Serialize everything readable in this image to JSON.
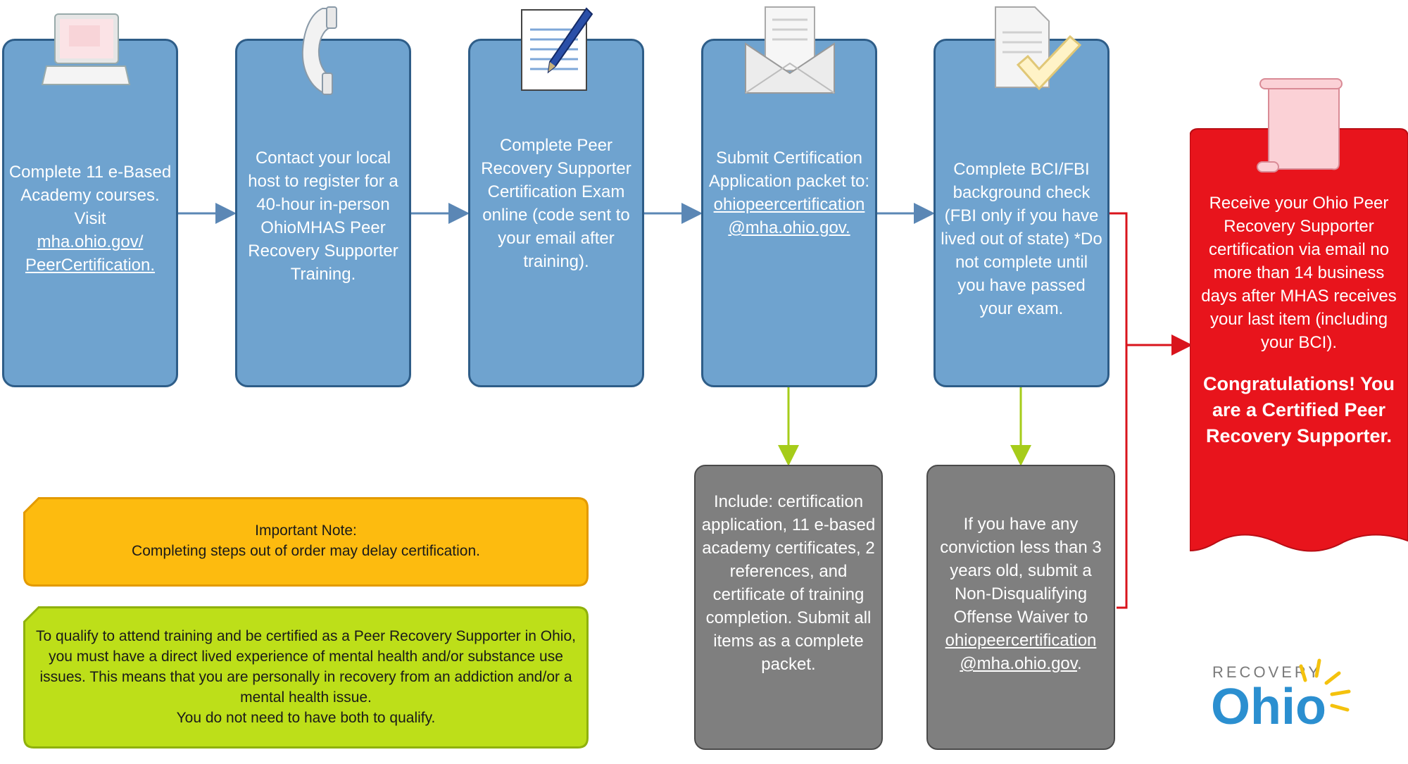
{
  "steps": [
    {
      "text": "Complete 11 e-Based Academy courses. Visit",
      "link": "mha.ohio.gov/ PeerCertification.",
      "icon": "laptop-icon"
    },
    {
      "text": "Contact your local host to register for a 40-hour in-person OhioMHAS Peer Recovery Supporter Training.",
      "icon": "phone-icon"
    },
    {
      "text": "Complete Peer Recovery Supporter Certification Exam online (code sent to your email after training).",
      "icon": "document-pen-icon"
    },
    {
      "text_before": "Submit Certification Application packet to:",
      "link": "ohiopeercertification @mha.ohio.gov.",
      "icon": "envelope-icon"
    },
    {
      "text": "Complete BCI/FBI background check (FBI only if you have lived out of state) *Do not complete until you have passed your exam.",
      "icon": "document-check-icon"
    }
  ],
  "details": [
    {
      "text": "Include: certification application, 11 e-based academy certificates, 2 references, and certificate of training completion. Submit all items as a complete packet."
    },
    {
      "text": "If you have any conviction less than 3 years old, submit a Non-Disqualifying Offense Waiver to",
      "link": "ohiopeercertification @mha.ohio.gov",
      "suffix": "."
    }
  ],
  "final": {
    "text": "Receive your Ohio Peer Recovery Supporter certification via email no more than 14 business days after MHAS receives your last item (including your BCI).",
    "congrats": "Congratulations! You are a Certified Peer Recovery Supporter.",
    "icon": "scroll-icon"
  },
  "notes": {
    "important_title": "Important Note:",
    "important_text": "Completing steps out of order may delay certification.",
    "qualify_text": "To qualify to attend training and be certified as a Peer Recovery Supporter in Ohio, you must have a direct lived experience of mental health and/or substance use issues. This means that you are personally in recovery from an addiction and/or a mental health issue.",
    "qualify_text2": "You do not need to have both to qualify."
  },
  "logo": {
    "top": "RECOVERY",
    "main": "Ohio"
  },
  "colors": {
    "step_fill": "#6fa3cf",
    "step_border": "#2e5d88",
    "detail_fill": "#7f7f7f",
    "final_fill": "#e8141c",
    "note_orange": "#fdbb0f",
    "note_green": "#bddf19",
    "arrow_blue": "#5b87b5",
    "arrow_green": "#a6cc1a",
    "arrow_red": "#d9141c"
  }
}
